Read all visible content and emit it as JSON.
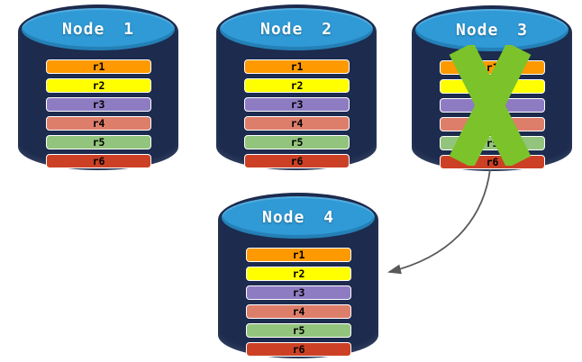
{
  "colors": {
    "background": "#FFFFFF",
    "cylinder_body": "#1C2B4E",
    "cylinder_top": "#2F9AD6",
    "title_text": "#FFFFFF",
    "row_text": "#000000",
    "row_border": "#FFFFFF",
    "failure_x": "#7CC32B",
    "arrow": "#595959"
  },
  "rows": [
    {
      "label": "r1",
      "color": "#FF9900"
    },
    {
      "label": "r2",
      "color": "#FFFF00"
    },
    {
      "label": "r3",
      "color": "#8E7CC3"
    },
    {
      "label": "r4",
      "color": "#DD7E6B"
    },
    {
      "label": "r5",
      "color": "#93C47D"
    },
    {
      "label": "r6",
      "color": "#CC4125"
    }
  ],
  "nodes": [
    {
      "title": "Node 1",
      "failed": false
    },
    {
      "title": "Node 2",
      "failed": false
    },
    {
      "title": "Node 3",
      "failed": true
    },
    {
      "title": "Node 4",
      "failed": false
    }
  ],
  "icons": {
    "failure_x": "x-cross-mark",
    "failover_arrow": "curved-arrow-left"
  }
}
